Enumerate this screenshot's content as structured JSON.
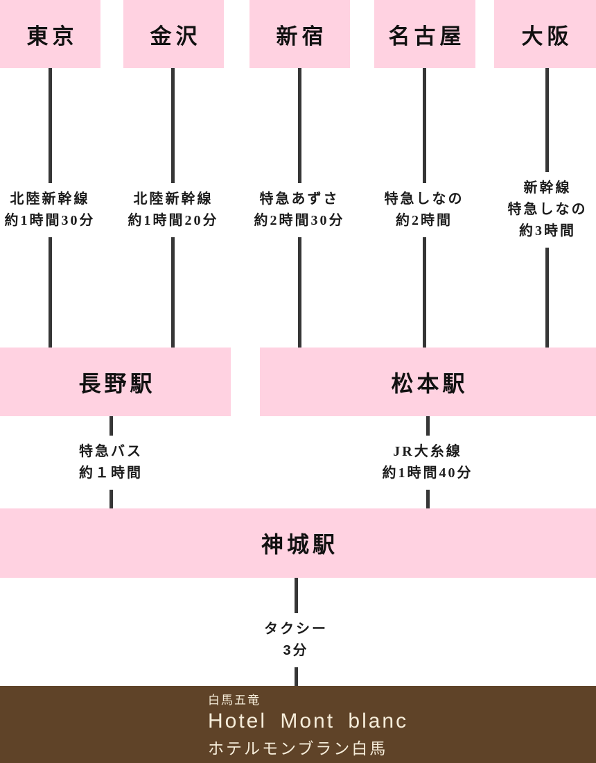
{
  "colors": {
    "node_pink": "#ffd2e1",
    "line_dark": "#363636",
    "hotel_brown": "#5f4328",
    "hotel_text_cream": "#f6edda"
  },
  "origins": [
    {
      "name": "東京",
      "route": [
        "北陸新幹線",
        "約1時間30分"
      ]
    },
    {
      "name": "金沢",
      "route": [
        "北陸新幹線",
        "約1時間20分"
      ]
    },
    {
      "name": "新宿",
      "route": [
        "特急あずさ",
        "約2時間30分"
      ]
    },
    {
      "name": "名古屋",
      "route": [
        "特急しなの",
        "約2時間"
      ]
    },
    {
      "name": "大阪",
      "route": [
        "新幹線",
        "特急しなの",
        "約3時間"
      ]
    }
  ],
  "mid_stations": [
    {
      "name": "長野駅",
      "route": [
        "特急バス",
        "約１時間"
      ]
    },
    {
      "name": "松本駅",
      "route": [
        "JR大糸線",
        "約1時間40分"
      ]
    }
  ],
  "final_station": {
    "name": "神城駅",
    "route": [
      "タクシー",
      "3分"
    ]
  },
  "hotel": {
    "area": "白馬五竜",
    "name_en": "Hotel  Mont  blanc",
    "name_ja": "ホテルモンブラン白馬"
  }
}
